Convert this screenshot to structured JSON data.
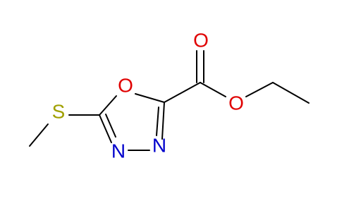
{
  "molecule": {
    "atoms": {
      "carbonyl_oxygen": "O",
      "ester_oxygen": "O",
      "ring_oxygen": "O",
      "sulfur": "S",
      "nitrogen_left": "N",
      "nitrogen_right": "N"
    },
    "colors": {
      "oxygen": "#e00000",
      "nitrogen": "#0000cc",
      "sulfur": "#a0a000",
      "bond": "#000000"
    }
  }
}
